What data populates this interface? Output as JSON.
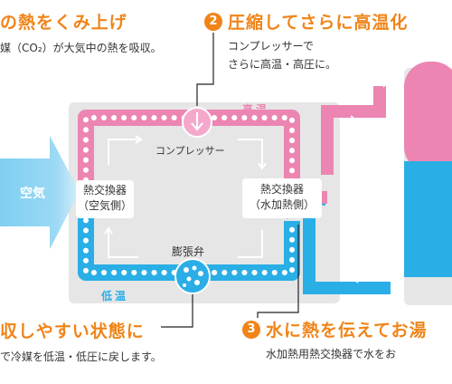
{
  "step1": {
    "title": "の熱をくみ上げ",
    "desc": "媒（CO₂）が大気中の熱を吸収。"
  },
  "step2": {
    "badge": "2",
    "title": "圧縮してさらに高温化",
    "desc_line1": "コンプレッサーで",
    "desc_line2": "さらに高温・高圧に。"
  },
  "step3": {
    "badge": "3",
    "title": "水に熱を伝えてお湯",
    "desc": "水加熱用熱交換器で水をお"
  },
  "step4": {
    "title": "収しやすい状態に",
    "desc": "で冷媒を低温・低圧に戻します。"
  },
  "labels": {
    "air": "空気",
    "high_temp": "高温",
    "low_temp": "低温",
    "compressor": "コンプレッサー",
    "expansion_valve": "膨張弁",
    "hx_air_line1": "熱交換器",
    "hx_air_line2": "（空気側）",
    "hx_water_line1": "熱交換器",
    "hx_water_line2": "（水加熱側）"
  },
  "colors": {
    "hot": "#ec85b2",
    "cold": "#2aaee6",
    "accent": "#f08418",
    "unit_bg": "#e6e6e6",
    "air_arrow": "#bfe3f6"
  }
}
